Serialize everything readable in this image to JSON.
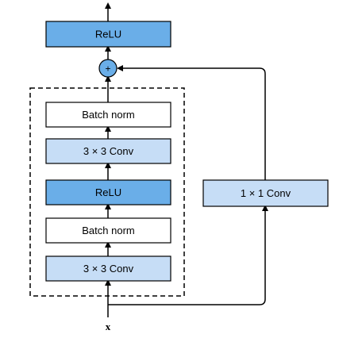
{
  "blocks": {
    "relu_top": "ReLU",
    "batch_norm_1": "Batch norm",
    "conv3_1": "3 × 3 Conv",
    "relu_mid": "ReLU",
    "batch_norm_2": "Batch norm",
    "conv3_2": "3 × 3 Conv",
    "conv1": "1 × 1 Conv"
  },
  "add_symbol": "+",
  "input_label": "x",
  "colors": {
    "relu_fill": "#6aaee8",
    "conv_fill": "#c6ddf6",
    "norm_fill": "#ffffff",
    "stroke": "#000000"
  }
}
